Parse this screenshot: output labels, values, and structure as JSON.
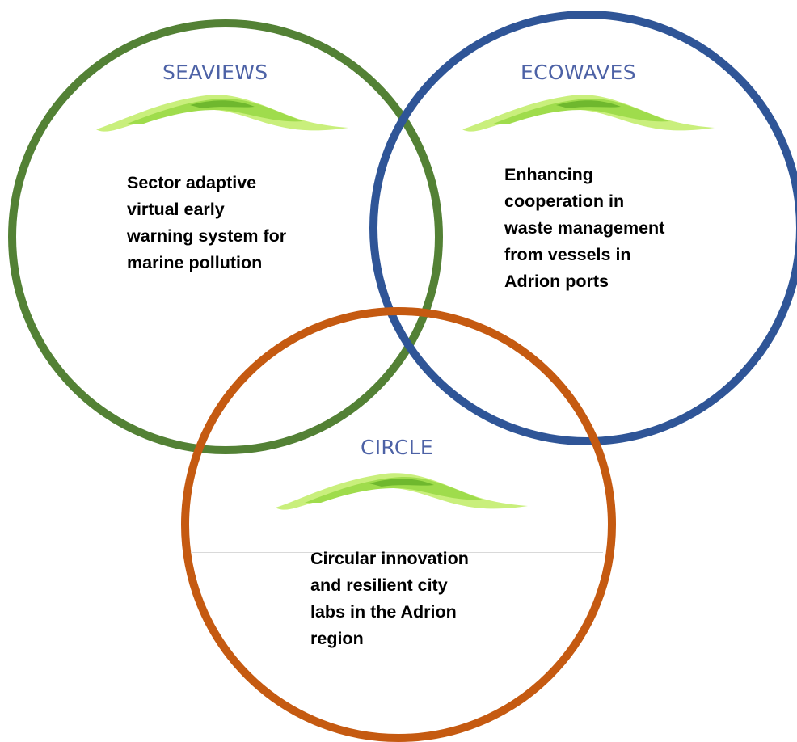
{
  "projects": {
    "seaviews": {
      "title": "SEAVIEWS",
      "description": "Sector adaptive\nvirtual early\nwarning system for\nmarine pollution",
      "ring_color": "#538135"
    },
    "ecowaves": {
      "title": "ECOWAVES",
      "description": "Enhancing\ncooperation in\nwaste management\nfrom vessels in\nAdrion ports",
      "ring_color": "#2f5597"
    },
    "circle": {
      "title": "CIRCLE",
      "description": "Circular innovation\nand resilient city\nlabs in the Adrion\nregion",
      "ring_color": "#c55a11"
    }
  },
  "colors": {
    "title_text": "#4d62a6",
    "logo_wave_light": "#c9ef7c",
    "logo_wave_mid": "#9fdc4c",
    "logo_wave_dark": "#6fb82e"
  },
  "icons": {
    "logo": "green-wave-logo"
  }
}
